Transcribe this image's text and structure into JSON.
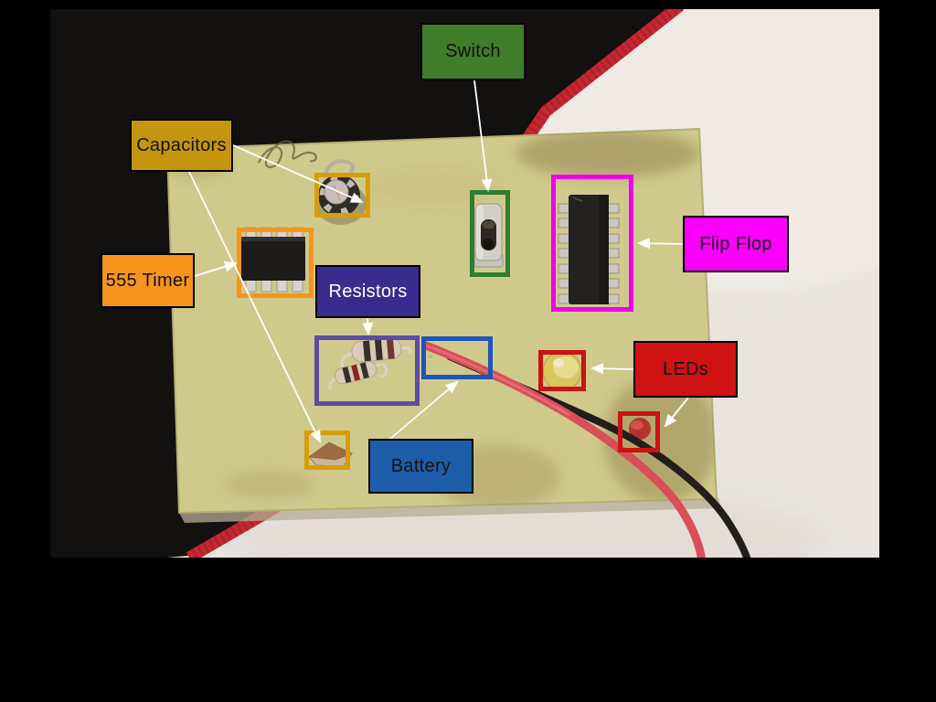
{
  "labels": {
    "capacitors": {
      "text": "Capacitors",
      "bg": "#c5950e",
      "fg": "#111111"
    },
    "timer_555": {
      "text": "555 Timer",
      "bg": "#f7941e",
      "fg": "#111111"
    },
    "resistors": {
      "text": "Resistors",
      "bg": "#3a2c8e",
      "fg": "#ffffff"
    },
    "switch": {
      "text": "Switch",
      "bg": "#3f7d2a",
      "fg": "#111111"
    },
    "flip_flop": {
      "text": "Flip Flop",
      "bg": "#fa00fa",
      "fg": "#111111"
    },
    "battery": {
      "text": "Battery",
      "bg": "#1e5da9",
      "fg": "#111111"
    },
    "leds": {
      "text": "LEDs",
      "bg": "#cf1212",
      "fg": "#111111"
    }
  },
  "highlight_boxes": {
    "big_capacitor": {
      "color": "#d89d0a"
    },
    "timer_555_chip": {
      "color": "#f7941e"
    },
    "switch": {
      "color": "#2e7d31"
    },
    "flip_flop_chip": {
      "color": "#ee00ee"
    },
    "resistors": {
      "color": "#5d4da2"
    },
    "battery_wires": {
      "color": "#1d56b8"
    },
    "yellow_led": {
      "color": "#cc1212"
    },
    "red_led": {
      "color": "#cc1212"
    },
    "small_capacitor": {
      "color": "#d89d0a"
    }
  },
  "scene": {
    "background": "#000000",
    "table_surface": "#e9e4de",
    "fabric": "#131110",
    "stitching": "#c62832",
    "pcb_board": "#d0c98c",
    "arrow_color": "#ffffff"
  }
}
